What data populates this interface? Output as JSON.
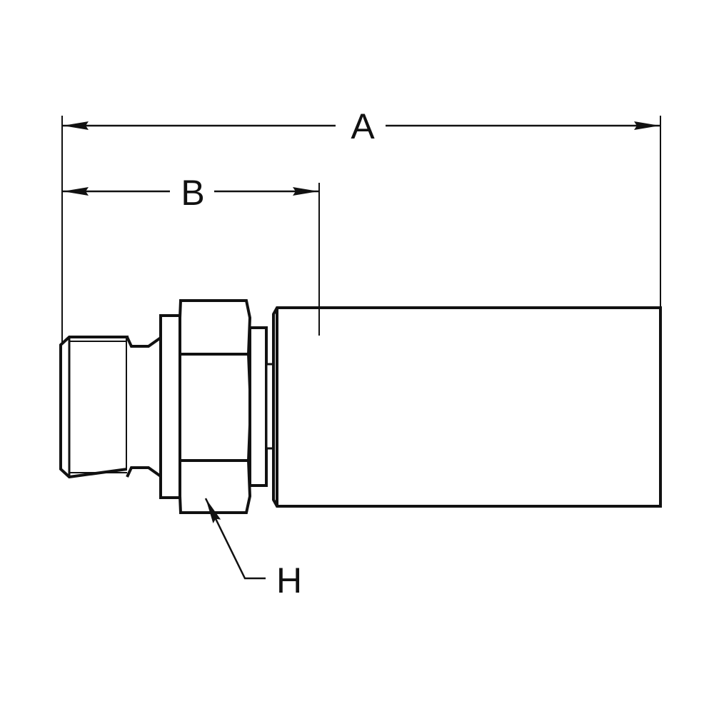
{
  "labels": {
    "overall_length": "A",
    "thread_to_ferrule": "B",
    "hex_size": "H"
  },
  "colors": {
    "line": "#111111",
    "background": "#ffffff"
  }
}
